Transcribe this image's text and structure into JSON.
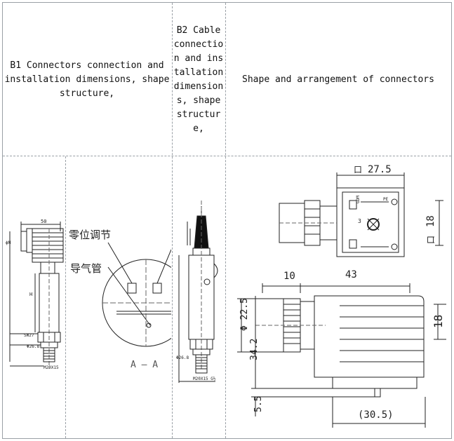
{
  "table": {
    "headers": {
      "b1": "B1 Connectors connection and installation dimensions, shape structure,",
      "b2": "B2 Cable connection and installation dimensions, shape structure,",
      "b3": "Shape and arrangement of connectors"
    }
  },
  "drawing_b1": {
    "dim_top": "50",
    "side_label": "ϕM",
    "h_label": "H",
    "sw": "SW27",
    "dia": "Φ26.8",
    "thread": "M20X15",
    "callout_zero": "零位调节",
    "callout_vent": "导气管",
    "section": "A — A"
  },
  "drawing_b2": {
    "dia": "Φ26.8",
    "thread": "M20X15 G½"
  },
  "drawing_b3": {
    "sq1": "口",
    "dim_275": "27.5",
    "sq2": "口",
    "dim_18a": "18",
    "dim_10": "10",
    "dim_43": "43",
    "dim_225": "Φ 22.5",
    "dim_342": "34.2",
    "dim_18b": "18",
    "dim_55": "5.5",
    "dim_305": "(30.5)",
    "pin3": "3",
    "gdm": "GDM",
    "pe": "PE"
  }
}
